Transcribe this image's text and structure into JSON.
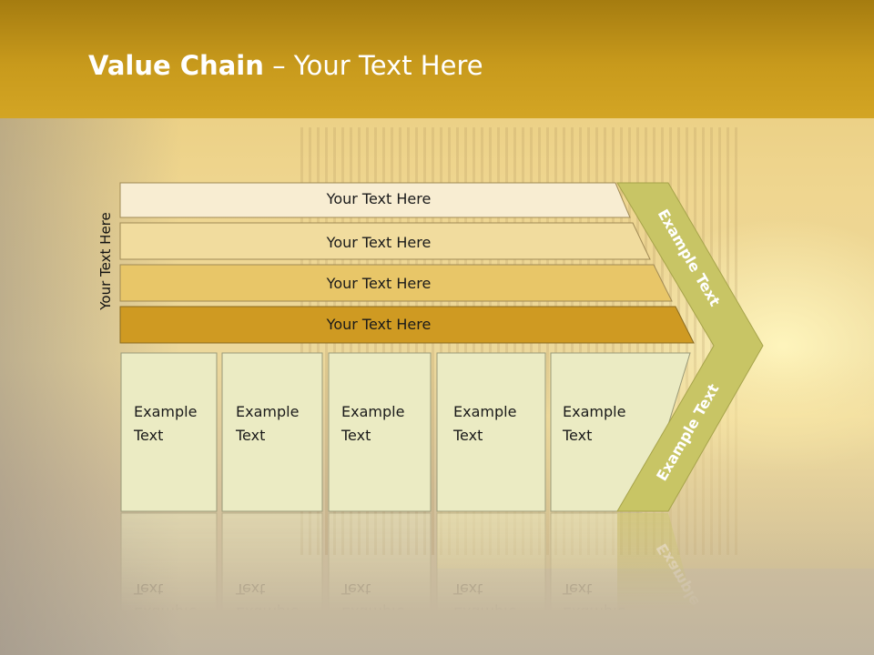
{
  "title": {
    "bold": "Value Chain",
    "rest": " – Your Text Here"
  },
  "side_label": "Your Text Here",
  "bars": [
    {
      "label": "Your Text Here",
      "color": "#f8edd2"
    },
    {
      "label": "Your Text Here",
      "color": "#f1dc9e"
    },
    {
      "label": "Your Text Here",
      "color": "#e8c668"
    },
    {
      "label": "Your Text Here",
      "color": "#cf9a22"
    }
  ],
  "boxes": [
    {
      "line1": "Example",
      "line2": "Text"
    },
    {
      "line1": "Example",
      "line2": "Text"
    },
    {
      "line1": "Example",
      "line2": "Text"
    },
    {
      "line1": "Example",
      "line2": "Text"
    },
    {
      "line1": "Example",
      "line2": "Text"
    }
  ],
  "chevron": {
    "top_label": "Example Text",
    "bottom_label": "Example Text",
    "color": "#c8c565"
  },
  "colors": {
    "title_bar": "#c89a1c",
    "box_fill": "#ebebc3",
    "box_stroke": "#9a9a78",
    "text": "#1a1a1a"
  }
}
